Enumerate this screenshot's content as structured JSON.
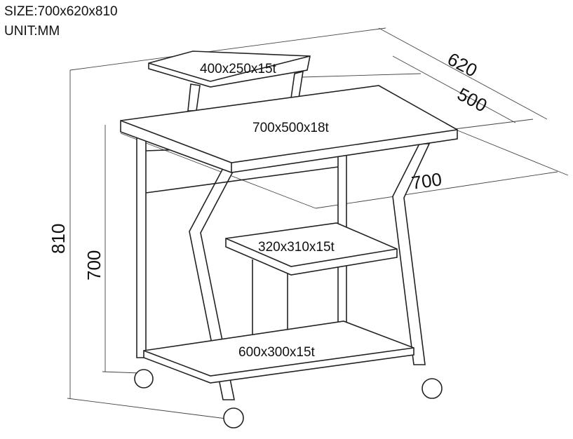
{
  "header": {
    "size": "SIZE:700x620x810",
    "unit": "UNIT:MM"
  },
  "parts": {
    "monitor_shelf": "400x250x15t",
    "desktop": "700x500x18t",
    "middle_shelf": "320x310x15t",
    "bottom_shelf": "600x300x15t"
  },
  "dimensions": {
    "depth_total": "620",
    "depth_desk": "500",
    "width": "700",
    "height_total": "810",
    "height_desk": "700"
  }
}
